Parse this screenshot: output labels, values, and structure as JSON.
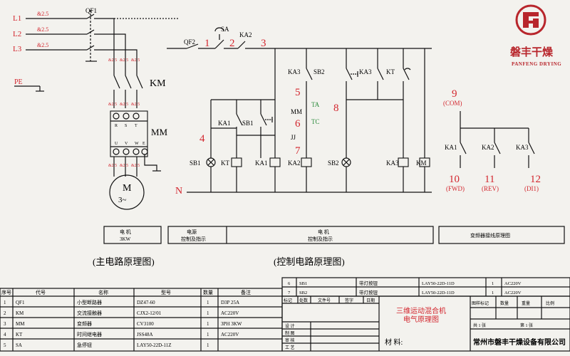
{
  "main": {
    "l1": "L1",
    "l2": "L2",
    "l3": "L3",
    "pe": "PE",
    "wire_size": "&2.5",
    "qf1": "QF1",
    "km": "KM",
    "mm": "MM",
    "terminals_in": [
      "R",
      "S",
      "T"
    ],
    "terminals_out": [
      "U",
      "V",
      "W",
      "E"
    ],
    "motor_m": "M",
    "motor_phase": "3~"
  },
  "control": {
    "qf2": "QF2",
    "sa": "SA",
    "ka1": "KA1",
    "ka2": "KA2",
    "ka3": "KA3",
    "sb1": "SB1",
    "sb2": "SB2",
    "kt": "KT",
    "km": "KM",
    "ta": "TA",
    "tc": "TC",
    "mm": "MM",
    "jj": "JJ",
    "n": "N",
    "nodes": {
      "n1": "1",
      "n2": "2",
      "n3": "3",
      "n4": "4",
      "n5": "5",
      "n6": "6",
      "n7": "7",
      "n8": "8"
    }
  },
  "inverter": {
    "n9": "9",
    "com": "(COM)",
    "n10": "10",
    "fwd": "(FWD)",
    "n11": "11",
    "rev": "(REV)",
    "n12": "12",
    "di1": "(DI1)"
  },
  "bars": {
    "motor": "电 机",
    "motor_power": "3KW",
    "power": "电源",
    "control": "控制及指示",
    "inverter": "变频器接线原理图"
  },
  "captions": {
    "main": "(主电路原理图)",
    "control": "(控制电路原理图)"
  },
  "bom": {
    "headers": [
      "序号",
      "代号",
      "名称",
      "型号",
      "数量",
      "备注"
    ],
    "rows": [
      [
        "1",
        "QF1",
        "小型断路器",
        "DZ47-60",
        "1",
        "D3P 25A"
      ],
      [
        "2",
        "KM",
        "交流接触器",
        "CJX2-12/01",
        "1",
        "AC220V"
      ],
      [
        "3",
        "MM",
        "变频器",
        "CV3100",
        "1",
        "3PH 3KW"
      ],
      [
        "4",
        "KT",
        "时间继电器",
        "JSS48A",
        "1",
        "AC220V"
      ],
      [
        "5",
        "SA",
        "急停钮",
        "LAY50-22D-11Z",
        "1",
        ""
      ]
    ],
    "extra_rows": [
      [
        "6",
        "SB1",
        "带灯按钮",
        "LAY50-22D-11D",
        "1",
        "AC220V"
      ],
      [
        "7",
        "SB2",
        "带灯按钮",
        "LAY50-22D-11D",
        "1",
        "AC220V"
      ]
    ]
  },
  "title": {
    "header": [
      "标记",
      "处数",
      "文件号",
      "签字",
      "日期"
    ],
    "roles": [
      "设 计",
      "制 图",
      "审 核",
      "工 艺"
    ],
    "drawing_title_1": "三维运动混合机",
    "drawing_title_2": "电气原理图",
    "material": "材 料:",
    "stage": [
      "图样标记",
      "数量",
      "重量",
      "比例"
    ],
    "sheets_total": "共 1 张",
    "sheet_no": "第 1 张",
    "company": "常州市磐丰干燥设备有限公司"
  },
  "logo": {
    "cn": "磐丰干燥",
    "en": "PANFENG DRYING"
  }
}
